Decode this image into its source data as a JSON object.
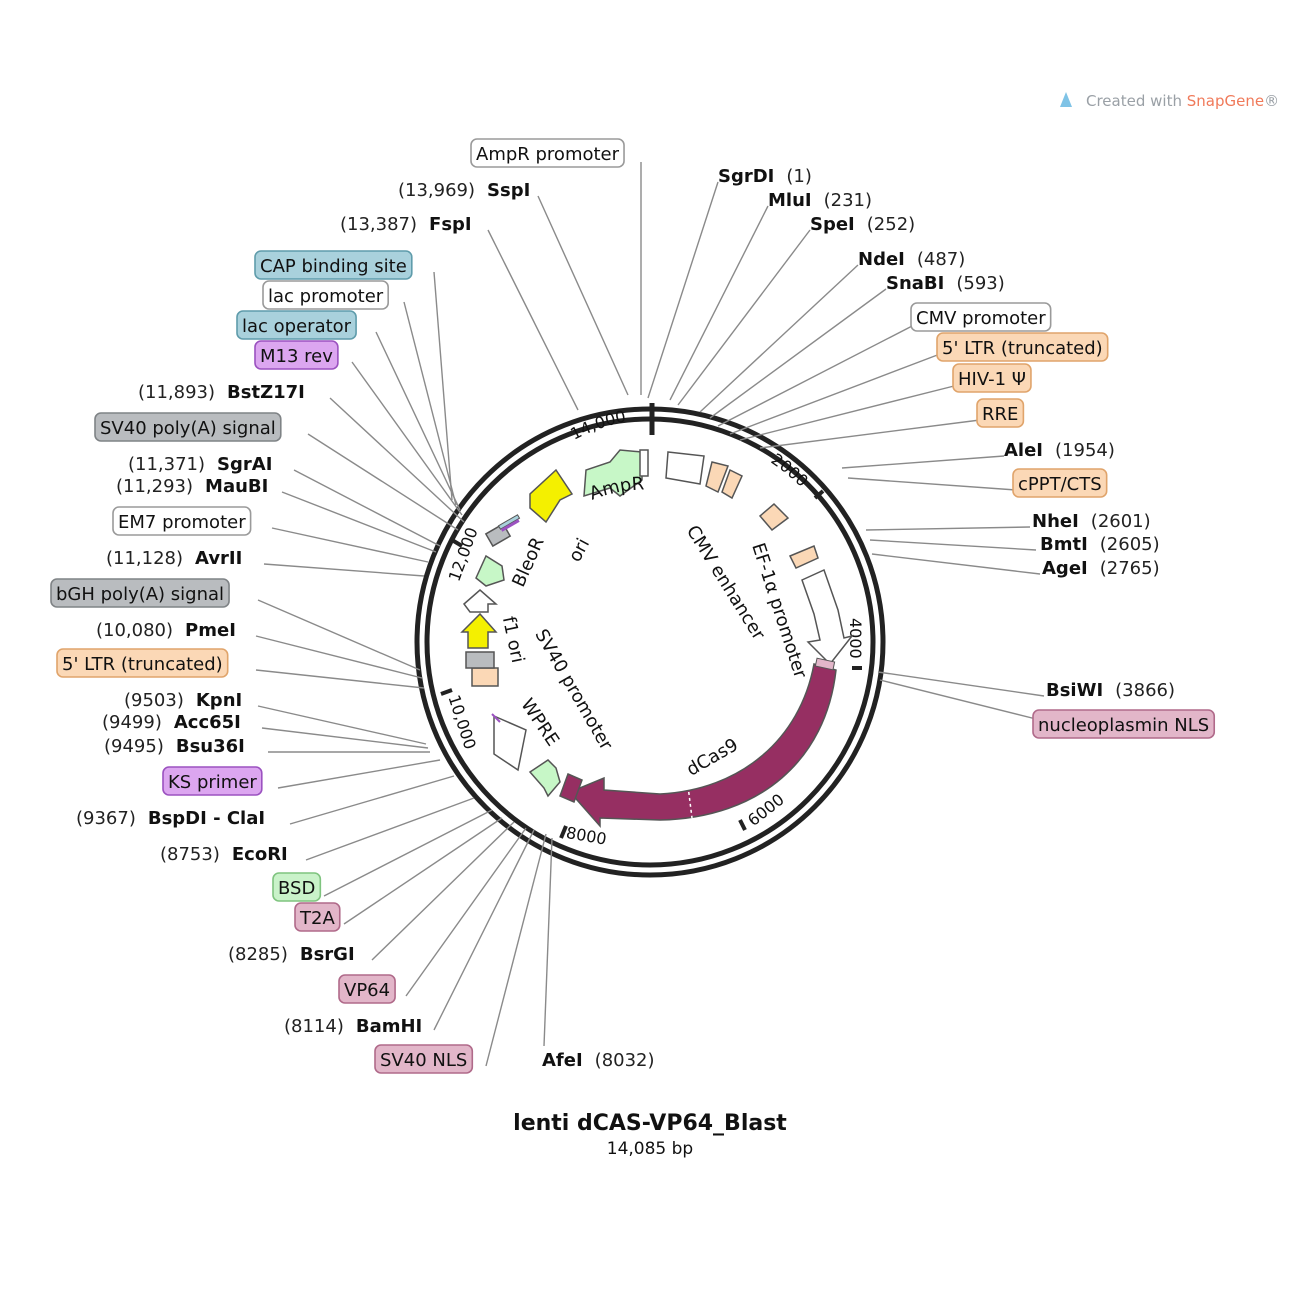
{
  "plasmid": {
    "name": "lenti dCAS-VP64_Blast",
    "length_label": "14,085 bp"
  },
  "credit": {
    "prefix": "Created with ",
    "brand": "SnapGene",
    "suffix": "®"
  },
  "colors": {
    "peach": "#fbd8b6",
    "peach_border": "#e0a46b",
    "gray": "#b9bcbf",
    "gray_border": "#7f8386",
    "teal": "#a9d1dc",
    "teal_border": "#5f9cab",
    "purple": "#dca6f0",
    "purple_border": "#9b52c0",
    "pink": "#e2b6c9",
    "pink_border": "#b06a8a",
    "green": "#c9f2c9",
    "green_border": "#7fc47f",
    "white": "#ffffff",
    "white_border": "#9a9a9a",
    "dcas9": "#962f62",
    "yellow": "#f4f000",
    "lightgreen": "#c7f7c7"
  },
  "ticks": [
    {
      "label": "14,000"
    },
    {
      "label": "2000"
    },
    {
      "label": "4000"
    },
    {
      "label": "6000"
    },
    {
      "label": "8000"
    },
    {
      "label": "10,000"
    },
    {
      "label": "12,000"
    }
  ],
  "right_labels": [
    {
      "name": "SgrDI",
      "pos": "(1)",
      "type": "enzyme"
    },
    {
      "name": "MluI",
      "pos": "(231)",
      "type": "enzyme"
    },
    {
      "name": "SpeI",
      "pos": "(252)",
      "type": "enzyme"
    },
    {
      "name": "NdeI",
      "pos": "(487)",
      "type": "enzyme"
    },
    {
      "name": "SnaBI",
      "pos": "(593)",
      "type": "enzyme"
    },
    {
      "name": "CMV promoter",
      "type": "feature",
      "color": "white"
    },
    {
      "name": "5' LTR (truncated)",
      "type": "feature",
      "color": "peach"
    },
    {
      "name": "HIV-1 Ψ",
      "type": "feature",
      "color": "peach"
    },
    {
      "name": "RRE",
      "type": "feature",
      "color": "peach"
    },
    {
      "name": "AleI",
      "pos": "(1954)",
      "type": "enzyme"
    },
    {
      "name": "cPPT/CTS",
      "type": "feature",
      "color": "peach"
    },
    {
      "name": "NheI",
      "pos": "(2601)",
      "type": "enzyme"
    },
    {
      "name": "BmtI",
      "pos": "(2605)",
      "type": "enzyme"
    },
    {
      "name": "AgeI",
      "pos": "(2765)",
      "type": "enzyme"
    },
    {
      "name": "BsiWI",
      "pos": "(3866)",
      "type": "enzyme"
    },
    {
      "name": "nucleoplasmin NLS",
      "type": "feature",
      "color": "pink"
    }
  ],
  "top_labels": [
    {
      "name": "AmpR promoter",
      "type": "feature",
      "color": "white"
    },
    {
      "name": "SspI",
      "pos": "(13,969)",
      "type": "enzyme"
    },
    {
      "name": "FspI",
      "pos": "(13,387)",
      "type": "enzyme"
    }
  ],
  "left_labels": [
    {
      "name": "CAP binding site",
      "type": "feature",
      "color": "teal"
    },
    {
      "name": "lac promoter",
      "type": "feature",
      "color": "white"
    },
    {
      "name": "lac operator",
      "type": "feature",
      "color": "teal"
    },
    {
      "name": "M13 rev",
      "type": "feature",
      "color": "purple"
    },
    {
      "name": "BstZ17I",
      "pos": "(11,893)",
      "type": "enzyme"
    },
    {
      "name": "SV40 poly(A) signal",
      "type": "feature",
      "color": "gray"
    },
    {
      "name": "SgrAI",
      "pos": "(11,371)",
      "type": "enzyme"
    },
    {
      "name": "MauBI",
      "pos": "(11,293)",
      "type": "enzyme"
    },
    {
      "name": "EM7 promoter",
      "type": "feature",
      "color": "white"
    },
    {
      "name": "AvrII",
      "pos": "(11,128)",
      "type": "enzyme"
    },
    {
      "name": "bGH poly(A) signal",
      "type": "feature",
      "color": "gray"
    },
    {
      "name": "PmeI",
      "pos": "(10,080)",
      "type": "enzyme"
    },
    {
      "name": "5' LTR (truncated)",
      "type": "feature",
      "color": "peach"
    },
    {
      "name": "KpnI",
      "pos": "(9503)",
      "type": "enzyme"
    },
    {
      "name": "Acc65I",
      "pos": "(9499)",
      "type": "enzyme"
    },
    {
      "name": "Bsu36I",
      "pos": "(9495)",
      "type": "enzyme"
    },
    {
      "name": "KS primer",
      "type": "feature",
      "color": "purple"
    },
    {
      "name": "BspDI - ClaI",
      "pos": "(9367)",
      "type": "enzyme"
    },
    {
      "name": "EcoRI",
      "pos": "(8753)",
      "type": "enzyme"
    }
  ],
  "bottom_labels": [
    {
      "name": "BSD",
      "type": "feature",
      "color": "green"
    },
    {
      "name": "T2A",
      "type": "feature",
      "color": "pink"
    },
    {
      "name": "BsrGI",
      "pos": "(8285)",
      "type": "enzyme"
    },
    {
      "name": "VP64",
      "type": "feature",
      "color": "pink"
    },
    {
      "name": "BamHI",
      "pos": "(8114)",
      "type": "enzyme"
    },
    {
      "name": "SV40 NLS",
      "type": "feature",
      "color": "pink"
    },
    {
      "name": "AfeI",
      "pos": "(8032)",
      "type": "enzyme"
    }
  ],
  "inner_labels": [
    {
      "name": "AmpR"
    },
    {
      "name": "ori"
    },
    {
      "name": "CMV enhancer"
    },
    {
      "name": "EF-1α promoter"
    },
    {
      "name": "dCas9"
    },
    {
      "name": "BleoR"
    },
    {
      "name": "SV40 promoter"
    },
    {
      "name": "f1 ori"
    },
    {
      "name": "WPRE"
    }
  ]
}
